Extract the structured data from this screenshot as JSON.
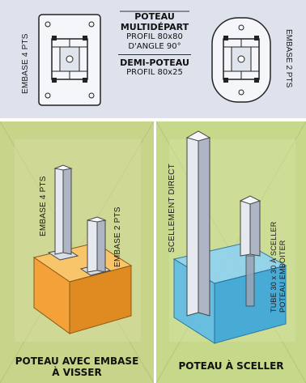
{
  "top": {
    "left_label": "EMBASE 4 PTS",
    "right_label": "EMBASE 2 PTS",
    "title_line1": "POTEAU",
    "title_line2": "MULTIDÉPART",
    "profile_line1": "PROFIL 80x80",
    "profile_line2": "D'ANGLE 90°",
    "half_title": "DEMI-POTEAU",
    "half_profile": "PROFIL 80x25"
  },
  "left_panel": {
    "label_tall": "EMBASE 4 PTS",
    "label_short": "EMBASE 2 PTS",
    "caption_line1": "POTEAU AVEC EMBASE",
    "caption_line2": "À VISSER"
  },
  "right_panel": {
    "label_tall": "SCELLEMENT DIRECT",
    "label_tube_line1": "TUBE 30 x 30 À SCELLER",
    "label_tube_line2": "POTEAU EMBOITER",
    "caption": "POTEAU À SCELLER"
  },
  "colors": {
    "top_bg": "#dde2ec",
    "panel_green": "#c8d48a",
    "concrete_orange": "#f4a13a",
    "water_blue": "#4fb4e8",
    "post_grey": "#c9cfdb"
  }
}
